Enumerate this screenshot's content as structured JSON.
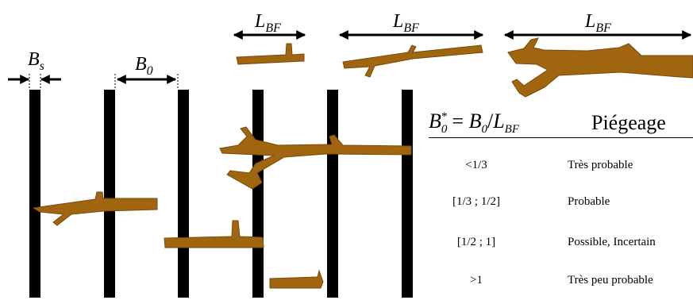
{
  "labels": {
    "Bs": "B",
    "Bs_sub": "s",
    "B0": "B",
    "B0_sub": "0",
    "LBF": "L",
    "LBF_sub": "BF"
  },
  "table": {
    "header_equation": {
      "lhs": "B",
      "lhs_sub": "0",
      "lhs_sup": "*",
      "eq": " = ",
      "rhs": "B",
      "rhs_sub": "0",
      "slash": "/",
      "den": "L",
      "den_sub": "BF"
    },
    "header_col": "Piégeage",
    "rows": [
      {
        "range": "<1/3",
        "label": "Très probable"
      },
      {
        "range": "[1/3 ; 1/2]",
        "label": "Probable"
      },
      {
        "range": "[1/2 ; 1]",
        "label": "Possible, Incertain"
      },
      {
        "range": ">1",
        "label": "Très peu probable"
      }
    ]
  },
  "colors": {
    "wood": "#A0650F",
    "wood_stroke": "#7A4A08",
    "post": "#000000"
  }
}
